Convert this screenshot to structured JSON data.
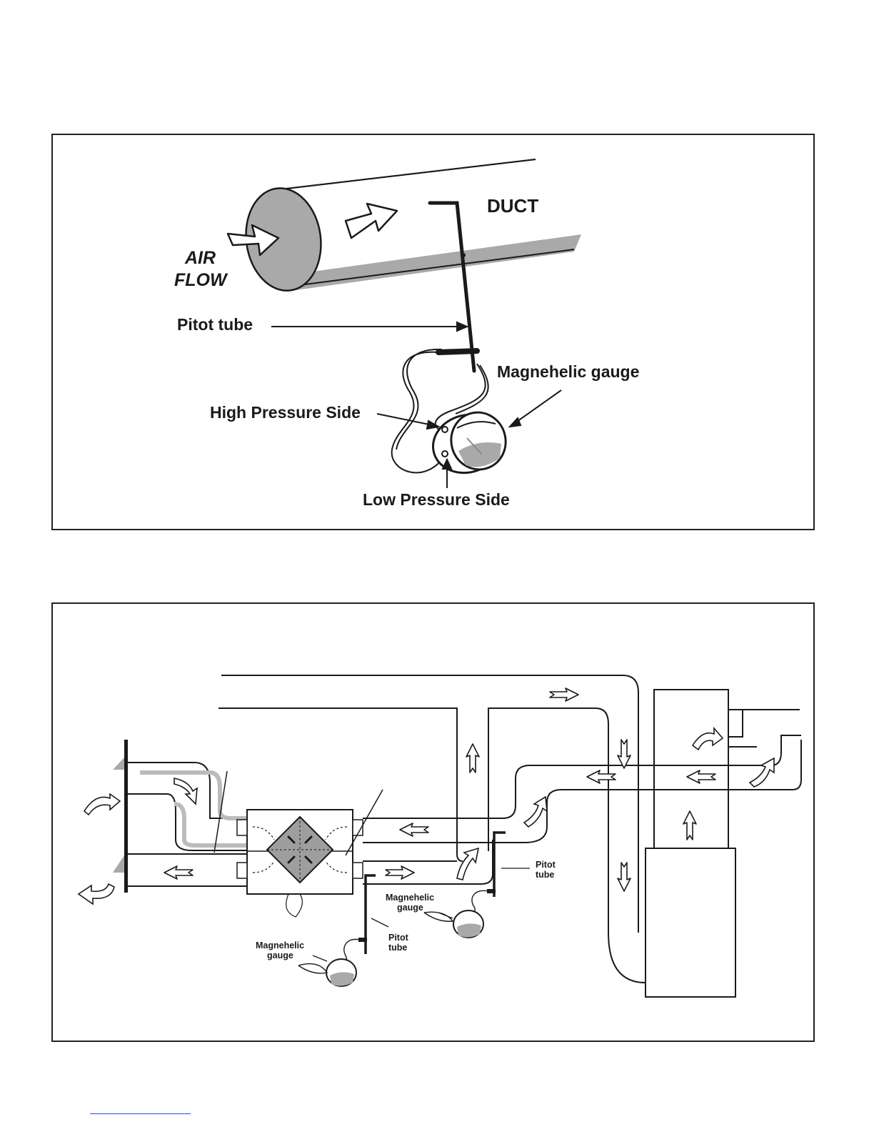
{
  "figure1": {
    "duct_label": "DUCT",
    "airflow_label_line1": "AIR",
    "airflow_label_line2": "FLOW",
    "pitot_tube_label": "Pitot tube",
    "gauge_label": "Magnehelic gauge",
    "high_pressure_label": "High Pressure Side",
    "low_pressure_label": "Low Pressure Side"
  },
  "figure2": {
    "pitot_right_line1": "Pitot",
    "pitot_right_line2": "tube",
    "gauge_right_line1": "Magnehelic",
    "gauge_right_line2": "gauge",
    "pitot_left_line1": "Pitot",
    "pitot_left_line2": "tube",
    "gauge_left_line1": "Magnehelic",
    "gauge_left_line2": "gauge"
  },
  "colors": {
    "line": "#1a1a1a",
    "duct_fill": "#ffffff",
    "shade": "#a9a9a9",
    "core": "#9e9e9e",
    "footer_link": "#2b4fd6"
  }
}
